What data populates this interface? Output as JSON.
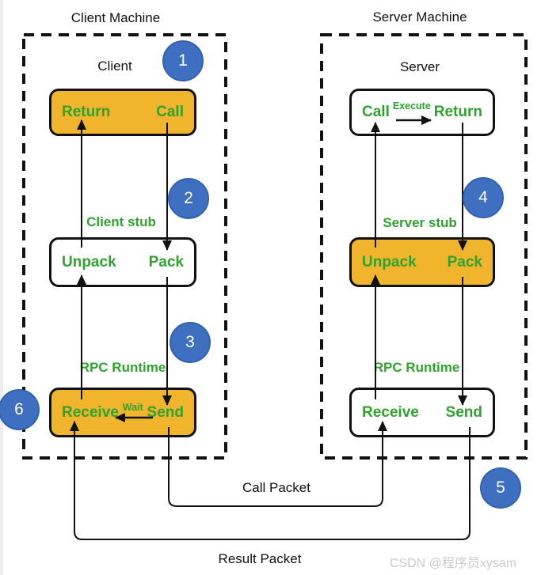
{
  "client": {
    "machine_label": "Client Machine",
    "title": "Client",
    "top_box": {
      "left_label": "Return",
      "right_label": "Call"
    },
    "stub_title": "Client stub",
    "stub_box": {
      "left_label": "Unpack",
      "right_label": "Pack"
    },
    "runtime_title": "RPC Runtime",
    "runtime_box": {
      "left_label": "Receive",
      "middle_label": "Wait",
      "right_label": "Send"
    }
  },
  "server": {
    "machine_label": "Server Machine",
    "title": "Server",
    "top_box": {
      "left_label": "Call",
      "middle_label": "Execute",
      "right_label": "Return"
    },
    "stub_title": "Server stub",
    "stub_box": {
      "left_label": "Unpack",
      "right_label": "Pack"
    },
    "runtime_title": "RPC Runtime",
    "runtime_box": {
      "left_label": "Receive",
      "right_label": "Send"
    }
  },
  "packets": {
    "call_label": "Call Packet",
    "result_label": "Result Packet"
  },
  "steps": {
    "s1": "1",
    "s2": "2",
    "s3": "3",
    "s4": "4",
    "s5": "5",
    "s6": "6"
  },
  "watermark": "CSDN @程序员xysam",
  "colors": {
    "box_fill_yellow": "#F0B42D",
    "label_green": "#2EA32E",
    "step_circle_blue": "#3E6FC1",
    "step_circle_border": "#3362AE",
    "line_black": "#111111",
    "watermark_gray": "#CBCBCB"
  }
}
